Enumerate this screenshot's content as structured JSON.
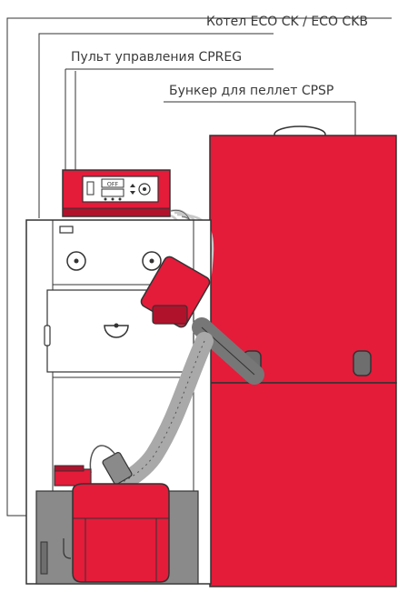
{
  "labels": {
    "boiler": "Котел ECO CK / ECO CKB",
    "controller": "Пульт управления CPREG",
    "hopper": "Бункер для пеллет CPSP"
  },
  "panel": {
    "off_text": "OFF"
  },
  "colors": {
    "red": "#e51b3a",
    "dark_red": "#b0122c",
    "line": "#333333",
    "gray": "#8a8a8a",
    "white": "#ffffff"
  }
}
